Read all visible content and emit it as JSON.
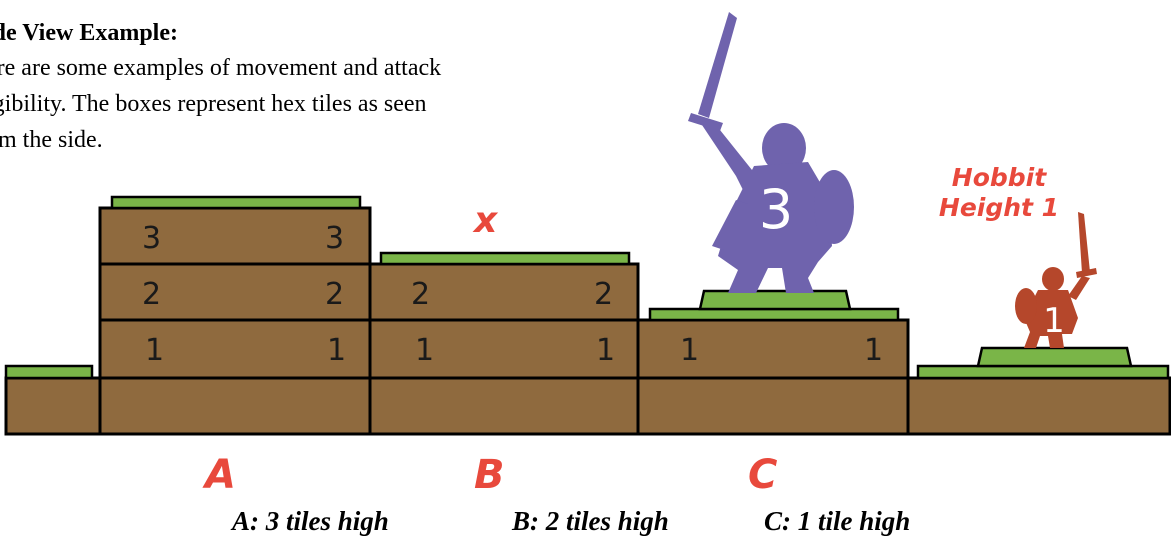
{
  "intro": {
    "title": "ide View Example:",
    "lines": [
      "ere are some examples of movement and attack",
      "igibility. The boxes represent hex tiles as seen",
      "om the side."
    ]
  },
  "stacks": {
    "a": {
      "label": "A",
      "layers": [
        {
          "left": "1",
          "right": "1"
        },
        {
          "left": "2",
          "right": "2"
        },
        {
          "left": "3",
          "right": "3"
        }
      ]
    },
    "b": {
      "label": "B",
      "layers": [
        {
          "left": "1",
          "right": "1"
        },
        {
          "left": "2",
          "right": "2"
        }
      ]
    },
    "c": {
      "label": "C",
      "layers": [
        {
          "left": "1",
          "right": "1"
        }
      ]
    }
  },
  "blocked_marker": "x",
  "hero_figure": {
    "number": "3"
  },
  "hobbit_figure": {
    "number": "1",
    "label_line1": "Hobbit",
    "label_line2": "Height 1"
  },
  "captions": {
    "a": "A: 3 tiles high",
    "b": "B: 2 tiles high",
    "c": "C: 1 tile high"
  },
  "colors": {
    "dirt": "#8f6a3e",
    "grass": "#7ab548",
    "outline": "#000000",
    "hero": "#6f63ad",
    "hobbit": "#b5472b",
    "label_red": "#e8493c"
  }
}
